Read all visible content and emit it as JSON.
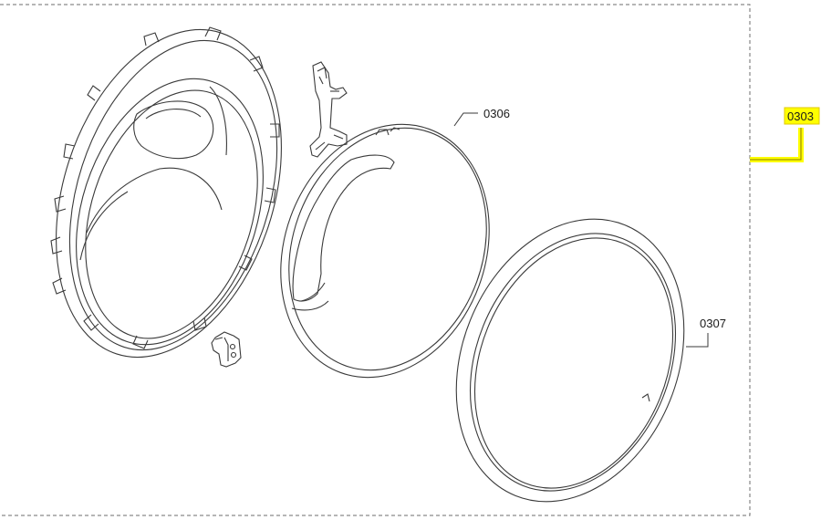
{
  "diagram": {
    "labels": {
      "door_window": "0306",
      "door_ring": "0307",
      "assembly": "0303"
    },
    "colors": {
      "line": "#3a3a3a",
      "frame": "#6e6e6e",
      "highlight": "#ffff00",
      "highlight_stroke": "#e0c800"
    }
  }
}
